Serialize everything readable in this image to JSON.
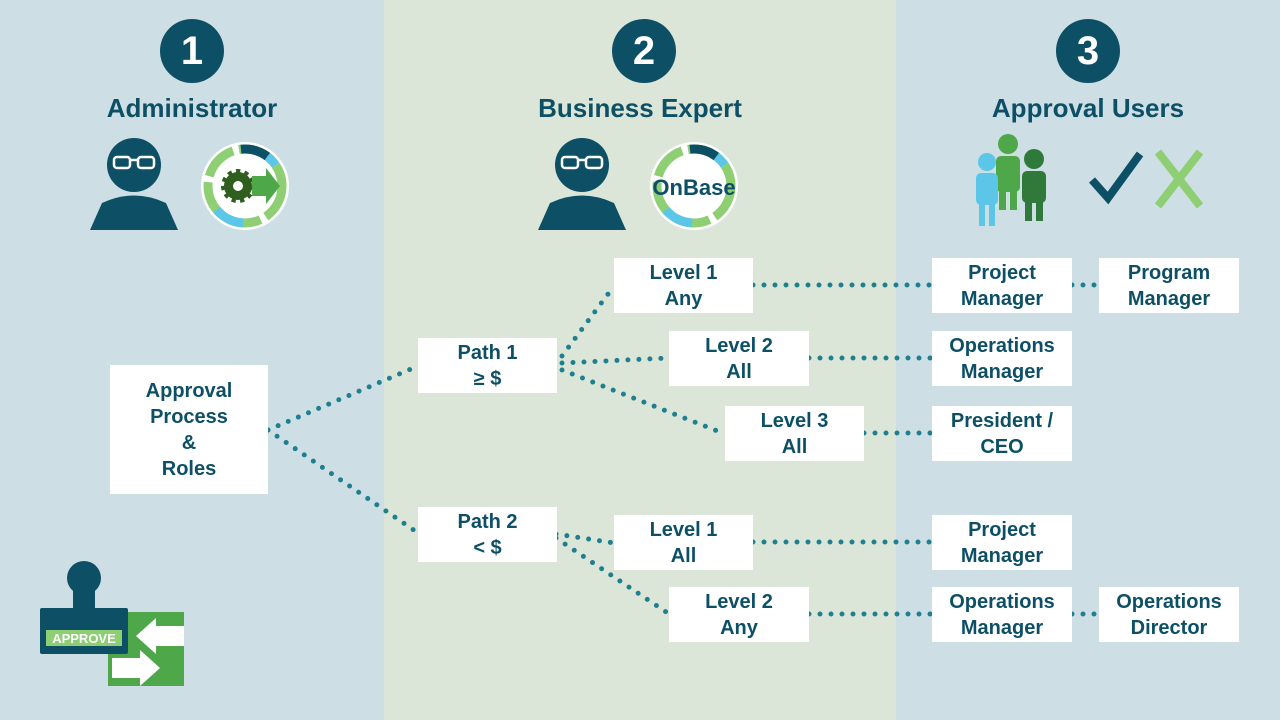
{
  "steps": [
    {
      "number": "1",
      "title": "Administrator"
    },
    {
      "number": "2",
      "title": "Business Expert"
    },
    {
      "number": "3",
      "title": "Approval Users"
    }
  ],
  "onbase_logo_text": "OnBase",
  "approve_stamp_text": "APPROVE",
  "root": {
    "line1": "Approval",
    "line2": "Process",
    "line3": "&",
    "line4": "Roles"
  },
  "paths": [
    {
      "line1": "Path 1",
      "line2": "≥ $"
    },
    {
      "line1": "Path 2",
      "line2": "< $"
    }
  ],
  "levels": [
    {
      "line1": "Level 1",
      "line2": "Any"
    },
    {
      "line1": "Level 2",
      "line2": "All"
    },
    {
      "line1": "Level 3",
      "line2": "All"
    },
    {
      "line1": "Level 1",
      "line2": "All"
    },
    {
      "line1": "Level 2",
      "line2": "Any"
    }
  ],
  "roles": [
    {
      "line1": "Project",
      "line2": "Manager"
    },
    {
      "line1": "Program",
      "line2": "Manager"
    },
    {
      "line1": "Operations",
      "line2": "Manager"
    },
    {
      "line1": "President /",
      "line2": "CEO"
    },
    {
      "line1": "Project",
      "line2": "Manager"
    },
    {
      "line1": "Operations",
      "line2": "Manager"
    },
    {
      "line1": "Operations",
      "line2": "Director"
    }
  ],
  "colors": {
    "navy": "#0d5066",
    "teal_dots": "#1e7f8f",
    "green": "#4ea84a",
    "light_blue": "#5bc6e8",
    "light_green": "#8ecf73"
  }
}
